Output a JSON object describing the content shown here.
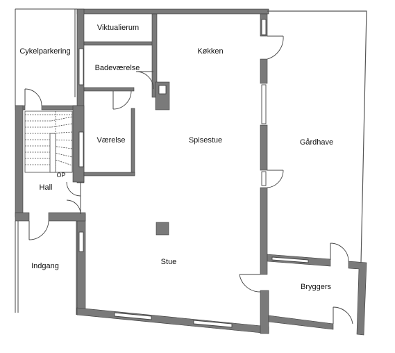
{
  "rooms": {
    "cykelparkering": "Cykelparkering",
    "viktualierum": "Viktualierum",
    "kokken": "Køkken",
    "badevaerelse": "Badeværelse",
    "vaerelse": "Værelse",
    "spisestue": "Spisestue",
    "gardhave": "Gårdhave",
    "hall": "Hall",
    "stue": "Stue",
    "indgang": "Indgang",
    "bryggers": "Bryggers"
  },
  "stair_label": "OP",
  "colors": {
    "wall": "#7a7a7a",
    "line": "#444444"
  }
}
